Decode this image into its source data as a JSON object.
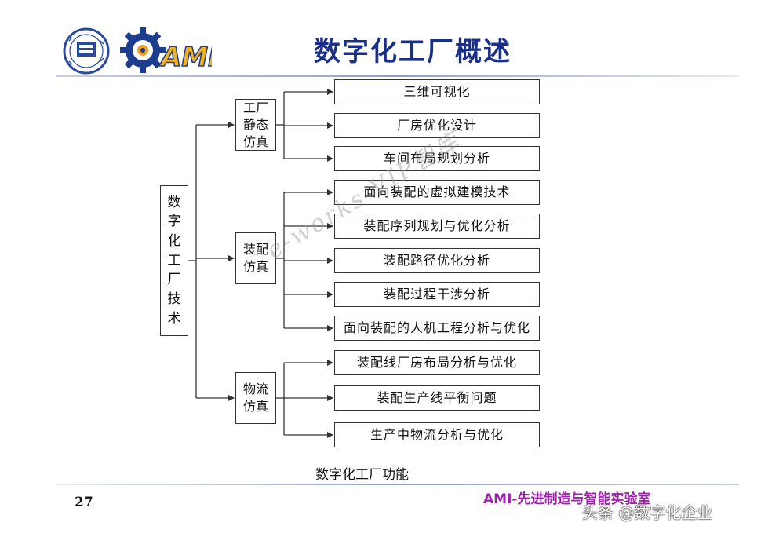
{
  "slide": {
    "title": "数字化工厂概述",
    "caption": "数字化工厂功能",
    "page_number": "27",
    "lab_name": "AMI-先进制造与智能实验室",
    "social_watermark": "头条 @数字化企业",
    "diagonal_watermark": "e-works VIP智库",
    "logo_text": "AMI"
  },
  "diagram": {
    "root": "数字化工厂技术",
    "categories": [
      {
        "label": "工厂静态仿真",
        "items": [
          "三维可视化",
          "厂房优化设计",
          "车间布局规划分析"
        ]
      },
      {
        "label": "装配仿真",
        "items": [
          "面向装配的虚拟建模技术",
          "装配序列规划与优化分析",
          "装配路径优化分析",
          "装配过程干涉分析",
          "面向装配的人机工程分析与优化"
        ]
      },
      {
        "label": "物流仿真",
        "items": [
          "装配线厂房布局分析与优化",
          "装配生产线平衡问题",
          "生产中物流分析与优化"
        ]
      }
    ]
  },
  "colors": {
    "title": "#1a2f8a",
    "lab_name": "#9b1fa8",
    "line": "#333333"
  }
}
